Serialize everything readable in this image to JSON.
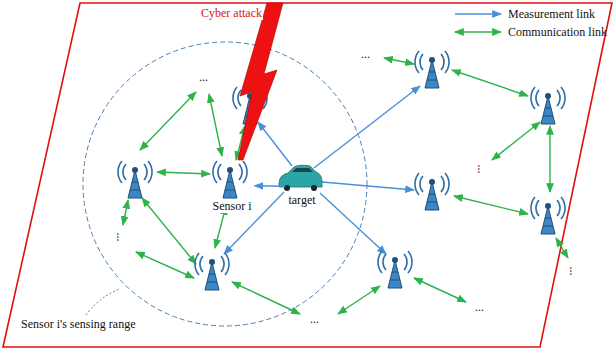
{
  "diagram": {
    "nodes": [
      {
        "text": [
          "Sensor i"
        ]
      },
      {
        "text": [
          "target"
        ]
      }
    ],
    "edges": [
      {
        "from": 1,
        "to": 0,
        "arrow": "to"
      }
    ],
    "labels": [
      "Cyber attack",
      "Sensor i's sensing range",
      "...",
      "...",
      "...",
      "...",
      "...",
      "...",
      "..."
    ],
    "legend": [
      {
        "text": "Measurement link"
      },
      {
        "text": "Communication link"
      }
    ]
  }
}
